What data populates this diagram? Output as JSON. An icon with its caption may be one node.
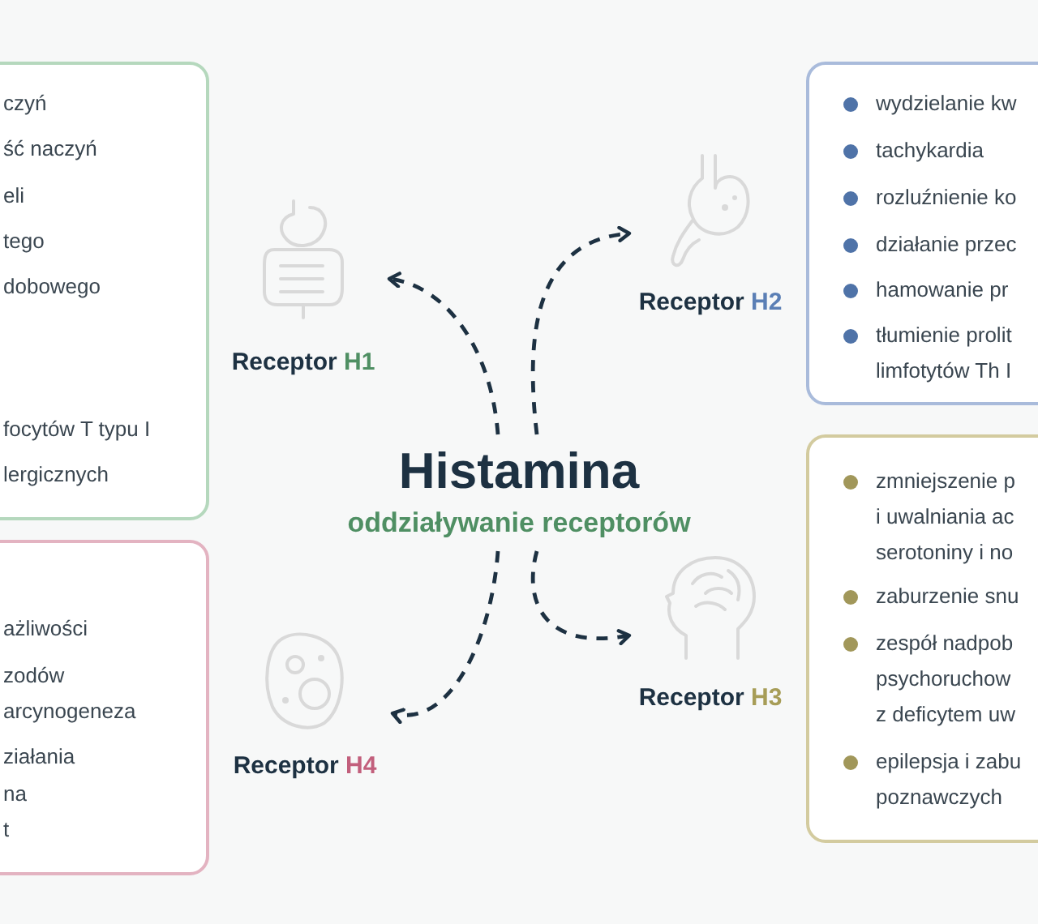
{
  "diagram": {
    "nodes": [
      {
        "text": [
          "Histamina",
          "oddziaływanie receptorów"
        ]
      },
      {
        "text": [
          "Receptor",
          "H1"
        ]
      },
      {
        "text": [
          "Receptor",
          "H2"
        ]
      },
      {
        "text": [
          "Receptor",
          "H3"
        ]
      },
      {
        "text": [
          "Receptor",
          "H4"
        ]
      },
      {
        "text": [
          "czyń",
          "ść naczyń",
          "eli",
          "tego",
          "dobowego",
          "focytów T typu I",
          "lergicznych"
        ]
      },
      {
        "text": [
          "wydzielanie kw",
          "tachykardia",
          "rozluźnienie ko",
          "działanie przec",
          "hamowanie pr",
          "tłumienie prolit limfotytów Th I"
        ]
      },
      {
        "text": [
          "zmniejszenie p i uwalniania ac serotoniny i no",
          "zaburzenie snu",
          "zespół nadpob psychoruchow z deficytem uw",
          "epilepsja i zabu poznawczych"
        ]
      },
      {
        "text": [
          "ażliwości",
          "zodów",
          "arcynogeneza",
          "ziałania",
          "na",
          "t"
        ]
      }
    ],
    "edges": [
      {
        "from": 0,
        "to": 1,
        "arrow": "to",
        "style": "dashed"
      },
      {
        "from": 0,
        "to": 2,
        "arrow": "to",
        "style": "dashed"
      },
      {
        "from": 0,
        "to": 3,
        "arrow": "to",
        "style": "dashed"
      },
      {
        "from": 0,
        "to": 4,
        "arrow": "to",
        "style": "dashed"
      }
    ]
  }
}
